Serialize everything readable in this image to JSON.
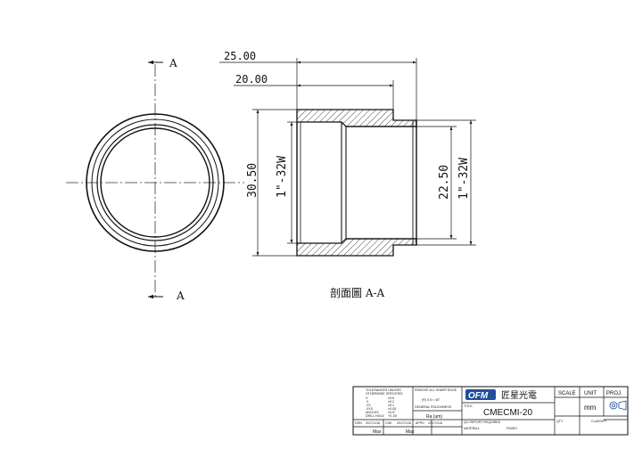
{
  "section": {
    "marker_top": "A",
    "marker_bottom": "A",
    "caption": "剖面圖 A-A"
  },
  "dimensions": {
    "overall_length": "25.00",
    "body_length": "20.00",
    "outer_diameter": "30.50",
    "left_thread": "1\"-32W",
    "inner_diameter": "22.50",
    "right_thread": "1\"-32W"
  },
  "title_block": {
    "tolerance_lines": [
      "TOLERANCES UNLESS",
      "OTHERWISE SPECIFIED",
      "X",
      ".X",
      ".XX",
      ".XXX",
      "ANGLES",
      "DRILL HOLE"
    ],
    "tolerance_values": [
      "±0.5",
      "±0.2",
      "±0.1",
      "±0.05",
      "±0.5°",
      "+0.1/0"
    ],
    "edge_note": "REMOVE ALL SHARP EDGE",
    "chamfer_note": "(R) 0.5 × 45°",
    "general_roughness": "GENERAL ROUGHNESS",
    "roughness_unit": "Ra (um)",
    "drawn_label": "DRN",
    "drawn_date": "2017/1/16",
    "checked_label": "CHK",
    "checked_date": "2017/1/16",
    "approved_label": "APPD",
    "approved_date": "2017/1/16",
    "max_left": "Max",
    "max_right": "Max",
    "company_logo": "OFM",
    "company_name": "匠星光電",
    "title_label": "TITLE",
    "part_number": "CMECMI-20",
    "qc_label": "QC REPORT REQUIRED",
    "material_label": "MATERIAL",
    "finish_label": "FINISH",
    "scale_label": "SCALE",
    "unit_label": "UNIT",
    "unit_value": "mm",
    "projection_label": "PROJ.",
    "qty_label": "QTY",
    "classify_label": "CLASSIFY"
  }
}
